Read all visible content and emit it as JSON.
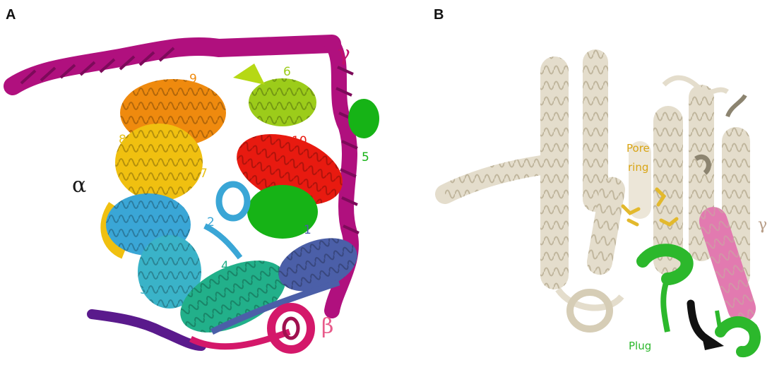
{
  "panel_a": {
    "letter": "A",
    "helix_numbers": [
      "1",
      "2",
      "3",
      "4",
      "5",
      "6",
      "7",
      "8",
      "9",
      "10"
    ],
    "subunits": {
      "alpha": "α",
      "beta": "β",
      "gamma": "γ"
    },
    "colors": {
      "h1": "#4b5fa8",
      "h2": "#3aa6d6",
      "h3": "#3ab3c8",
      "h4": "#22b08a",
      "h5": "#16b316",
      "h6": "#9ccc1a",
      "h7": "#e8c21a",
      "h8": "#f0c010",
      "h9": "#ef8a0e",
      "h10": "#e81a10",
      "beta": "#d4186a",
      "gamma": "#b0107e",
      "tail": "#5a1a8c"
    }
  },
  "panel_b": {
    "letter": "B",
    "labels": {
      "pore_ring_line1": "Pore",
      "pore_ring_line2": "ring",
      "plug": "Plug",
      "gamma": "γ"
    },
    "colors": {
      "backbone": "#e4ddcc",
      "backbone_shade": "#c9bfa8",
      "pore": "#e3b92c",
      "plug": "#2cb82c",
      "gamma": "#e27ab0",
      "arrow": "#111111"
    }
  }
}
